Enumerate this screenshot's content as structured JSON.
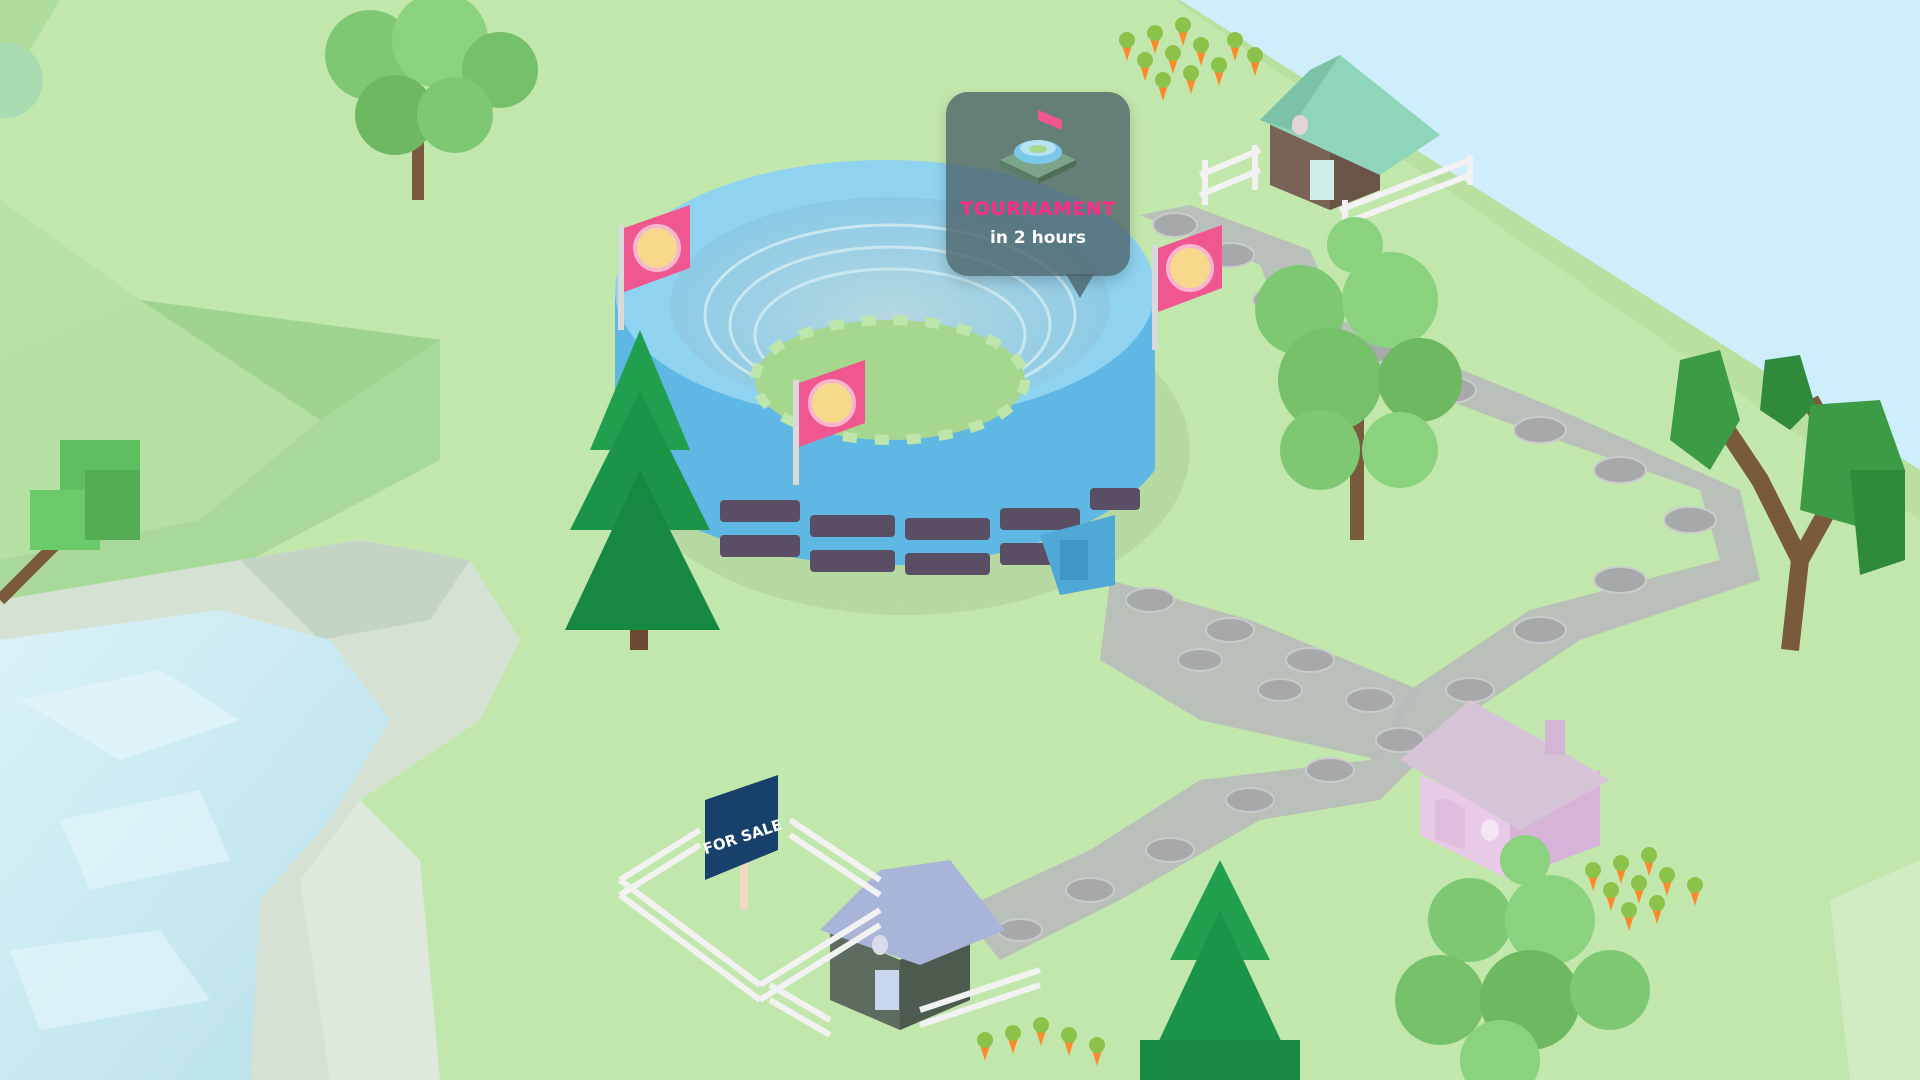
{
  "tournament_tooltip": {
    "title": "TOURNAMENT",
    "subtitle": "in 2 hours"
  },
  "for_sale_sign": {
    "label": "FOR SALE"
  },
  "colors": {
    "grass": "#bfe3a7",
    "path_stone": "#aeb0b2",
    "water": "#cbe8f1",
    "stadium_blue": "#6dc8ef",
    "flag_pink": "#f0568f",
    "tooltip_accent": "#ff2d86",
    "sign_navy": "#17406b"
  },
  "icons": {
    "tooltip": "stadium-icon",
    "flag_emblem": "unicorn-emblem-icon"
  }
}
